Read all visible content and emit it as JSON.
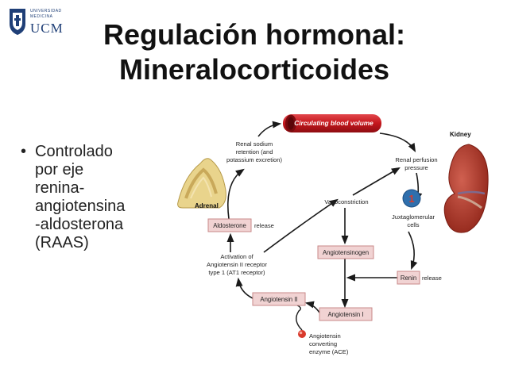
{
  "logo": {
    "line1": "UNIVERSIDAD",
    "line2": "MEDICINA",
    "ucm": "UCM"
  },
  "title": {
    "line1": "Regulación hormonal:",
    "line2": "Mineralocorticoides"
  },
  "bullet": {
    "dot": "•",
    "lines": [
      "Controlado",
      "por eje",
      "renina-",
      "angiotensina",
      "-aldosterona",
      "(RAAS)"
    ]
  },
  "diagram": {
    "vessel_label": "Circulating blood volume",
    "organs": {
      "adrenal": "Adrenal",
      "kidney": "Kidney"
    },
    "step_number": "1",
    "boxes": {
      "aldosterone": "Aldosterone",
      "angiotensinogen": "Angiotensinogen",
      "renin": "Renin",
      "angiotensin_ii": "Angiotensin II",
      "angiotensin_i": "Angiotensin I"
    },
    "labels": {
      "renal_sodium": [
        "Renal sodium",
        "retention (and",
        "potassium excretion)"
      ],
      "renal_perfusion": [
        "Renal perfusion",
        "pressure"
      ],
      "vasoconstriction": "Vasoconstriction",
      "jg_cells": [
        "Juxtaglomerular",
        "cells"
      ],
      "aldosterone_release": "release",
      "renin_release": "release",
      "activation": [
        "Activation of",
        "Angiotensin II receptor",
        "type 1 (AT1 receptor)"
      ],
      "ace": [
        "Angiotensin",
        "converting",
        "enzyme (ACE)"
      ]
    },
    "colors": {
      "box_fill": "#f1d3d3",
      "box_stroke": "#c98a8a",
      "vessel": "#c4161c",
      "kidney": "#b23a2c",
      "step_circle": "#2f6fad"
    }
  }
}
